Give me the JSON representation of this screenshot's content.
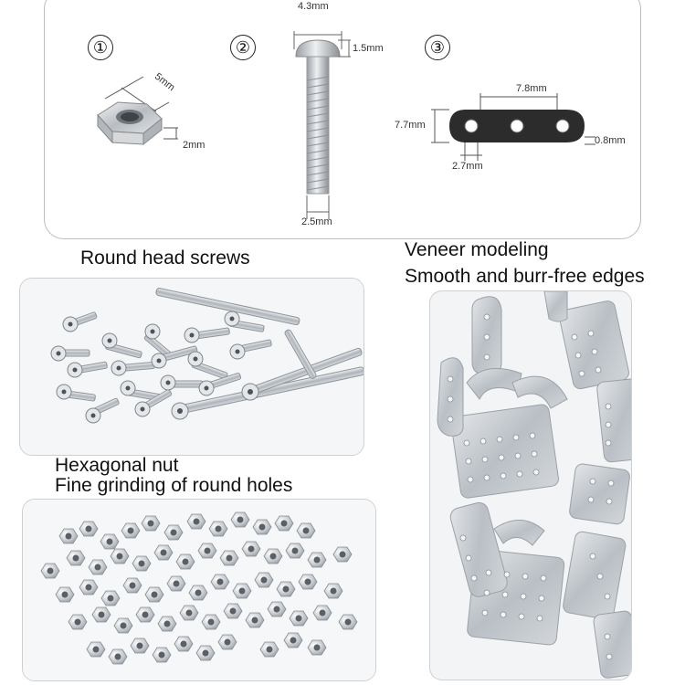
{
  "specs": {
    "items": [
      {
        "number": "①",
        "name": "hex-nut"
      },
      {
        "number": "②",
        "name": "round-head-screw"
      },
      {
        "number": "③",
        "name": "veneer-strip"
      }
    ],
    "nut": {
      "width_label": "5mm",
      "height_label": "2mm"
    },
    "screw": {
      "head_width_label": "4.3mm",
      "head_height_label": "1.5mm",
      "shaft_label": "2.5mm"
    },
    "strip": {
      "hole_spacing_label": "7.8mm",
      "width_label": "7.7mm",
      "thickness_label": "0.8mm",
      "hole_label": "2.7mm"
    }
  },
  "captions": {
    "screws": "Round head screws",
    "veneer_line1": "Veneer modeling",
    "veneer_line2": "Smooth and burr-free edges",
    "nut_line1": "Hexagonal nut",
    "nut_line2": "Fine grinding of round holes"
  },
  "colors": {
    "metal": "#c9cdd1",
    "metal_dark": "#8e949a",
    "strip": "#2a2a2a",
    "border": "#bdbdbd"
  }
}
